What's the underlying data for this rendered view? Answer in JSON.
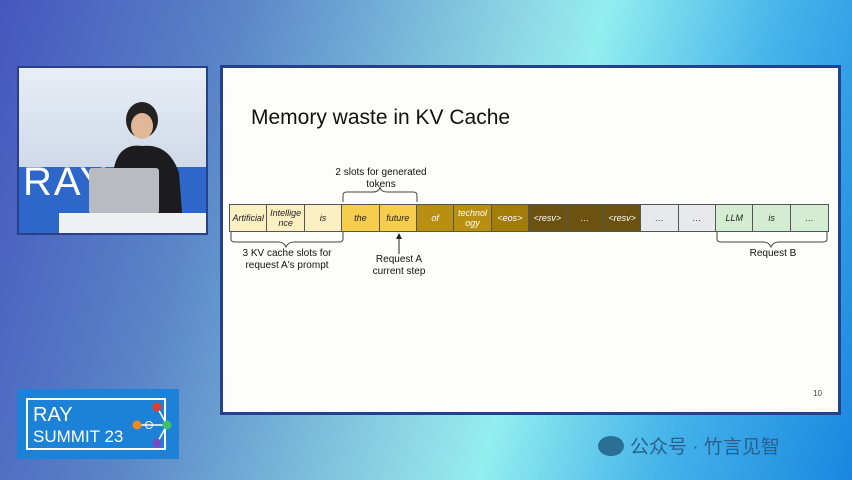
{
  "slide": {
    "title": "Memory waste in KV Cache",
    "page_number": "10",
    "cells": [
      {
        "text": "Artificial",
        "color": "#fcefc2",
        "fg": "#222"
      },
      {
        "text": "Intellige nce",
        "color": "#fcefc2",
        "fg": "#222"
      },
      {
        "text": "is",
        "color": "#fcefc2",
        "fg": "#222"
      },
      {
        "text": "the",
        "color": "#f6cd4c",
        "fg": "#222"
      },
      {
        "text": "future",
        "color": "#f6cd4c",
        "fg": "#222"
      },
      {
        "text": "of",
        "color": "#b88f10",
        "fg": "#fff"
      },
      {
        "text": "technol ogy",
        "color": "#b88f10",
        "fg": "#fff"
      },
      {
        "text": "<eos>",
        "color": "#a27d0c",
        "fg": "#fff"
      },
      {
        "text": "<resv>",
        "color": "#6c5211",
        "fg": "#fff"
      },
      {
        "text": "…",
        "color": "#6c5211",
        "fg": "#fff"
      },
      {
        "text": "<resv>",
        "color": "#6c5211",
        "fg": "#fff"
      },
      {
        "text": "…",
        "color": "#e7e9ea",
        "fg": "#333"
      },
      {
        "text": "…",
        "color": "#e7e9ea",
        "fg": "#333"
      },
      {
        "text": "LLM",
        "color": "#d4edd2",
        "fg": "#222"
      },
      {
        "text": "is",
        "color": "#d4edd2",
        "fg": "#222"
      },
      {
        "text": "…",
        "color": "#d4edd2",
        "fg": "#222"
      }
    ],
    "label_generated": "2 slots for generated tokens",
    "label_prompt": "3 KV cache slots for request A's prompt",
    "label_current": "Request A current step",
    "label_request_b": "Request B"
  },
  "video": {
    "backdrop_text": "RAY"
  },
  "logo": {
    "line1": "RAY",
    "line2": "SUMMIT 23"
  },
  "watermark": "公众号 · 竹言见智"
}
